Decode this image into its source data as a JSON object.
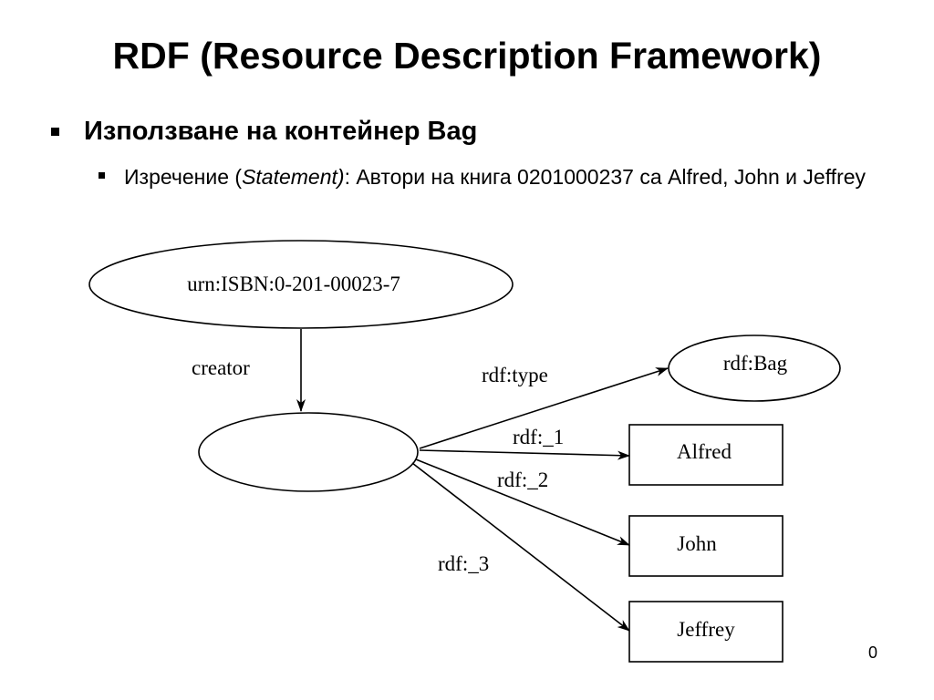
{
  "slide": {
    "title": "RDF (Resource Description Framework)",
    "bullet1": "Използване на контейнер Bag",
    "bullet2": {
      "prefix": "Изречение (",
      "emphasis": "Statement)",
      "rest": ": Автори на книга 0201000237 са Alfred, John и Jeffrey"
    },
    "page_number": "0"
  },
  "diagram": {
    "nodes": {
      "resource": "urn:ISBN:0-201-00023-7",
      "bag_node": "",
      "rdf_bag": "rdf:Bag",
      "alfred": "Alfred",
      "john": "John",
      "jeffrey": "Jeffrey"
    },
    "edges": {
      "creator": "creator",
      "type": "rdf:type",
      "member1": "rdf:_1",
      "member2": "rdf:_2",
      "member3": "rdf:_3"
    }
  }
}
